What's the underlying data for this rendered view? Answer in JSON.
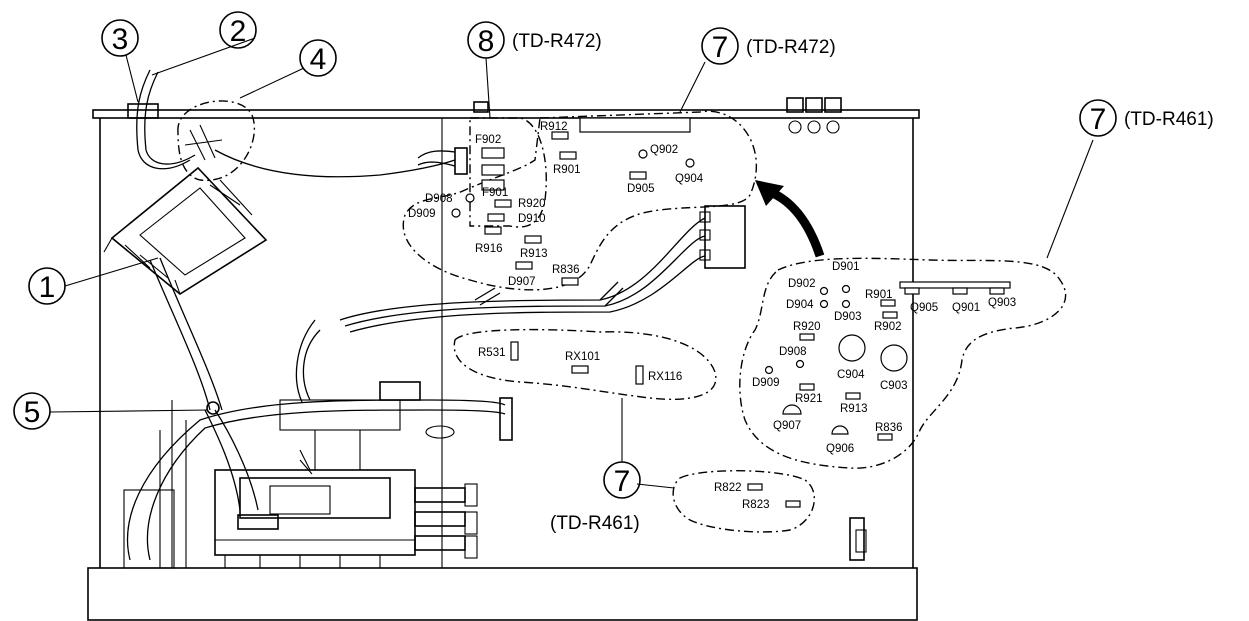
{
  "callouts": {
    "c1": "1",
    "c2": "2",
    "c3": "3",
    "c4": "4",
    "c5": "5",
    "c7_top": "7",
    "c7_right": "7",
    "c7_bottom": "7",
    "c8": "8"
  },
  "models": {
    "c8_model": "(TD-R472)",
    "c7_top_model": "(TD-R472)",
    "c7_right_model": "(TD-R461)",
    "c7_bottom_model": "(TD-R461)"
  },
  "board_r472": {
    "f902": "F902",
    "f901": "F901",
    "r912": "R912",
    "r901": "R901",
    "q902": "Q902",
    "q904": "Q904",
    "d905": "D905",
    "d908": "D908",
    "d909": "D909",
    "r920": "R920",
    "d910": "D910",
    "r916": "R916",
    "r913": "R913",
    "r836": "R836",
    "d907": "D907"
  },
  "board_r461_middle": {
    "r531": "R531",
    "rx101": "RX101",
    "rx116": "RX116"
  },
  "board_r461_small": {
    "r822": "R822",
    "r823": "R823"
  },
  "board_r461_right": {
    "d902": "D902",
    "d901": "D901",
    "d904": "D904",
    "d903": "D903",
    "r901": "R901",
    "r902": "R902",
    "q905": "Q905",
    "q901": "Q901",
    "q903": "Q903",
    "r920": "R920",
    "d908": "D908",
    "d909": "D909",
    "c904": "C904",
    "c903": "C903",
    "r921": "R921",
    "r913": "R913",
    "q907": "Q907",
    "q906": "Q906",
    "r836": "R836"
  }
}
